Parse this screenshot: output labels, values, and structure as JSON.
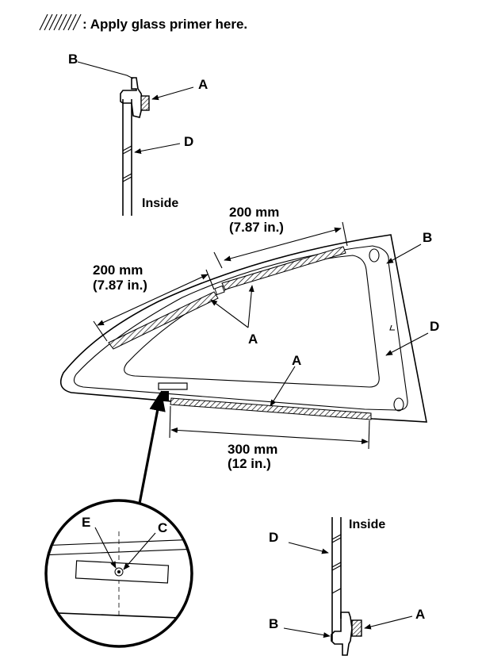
{
  "legend": {
    "text": ": Apply glass primer here."
  },
  "labels": {
    "a": "A",
    "b": "B",
    "c": "C",
    "d": "D",
    "e": "E",
    "inside": "Inside"
  },
  "dimensions": {
    "upper_rear_mm": "200 mm",
    "upper_rear_in": "(7.87 in.)",
    "upper_front_mm": "200 mm",
    "upper_front_in": "(7.87 in.)",
    "bottom_mm": "300 mm",
    "bottom_in": "(12 in.)"
  }
}
